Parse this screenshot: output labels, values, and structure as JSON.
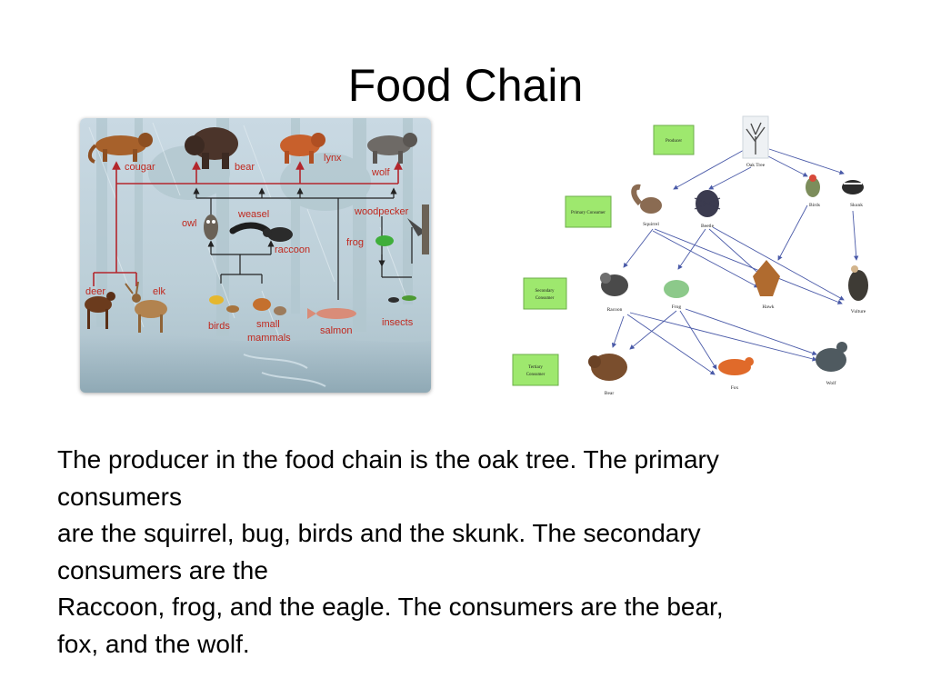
{
  "title": "Food Chain",
  "web1": {
    "labels": {
      "cougar": "cougar",
      "bear": "bear",
      "lynx": "lynx",
      "wolf": "wolf",
      "owl": "owl",
      "weasel": "weasel",
      "raccoon": "raccoon",
      "woodpecker": "woodpecker",
      "frog": "frog",
      "deer": "deer",
      "elk": "elk",
      "birds": "birds",
      "small_mammals_1": "small",
      "small_mammals_2": "mammals",
      "salmon": "salmon",
      "insects": "insects"
    }
  },
  "web2": {
    "levels": {
      "producer": "Producer",
      "primary_1": "Primary Consumer",
      "secondary_1": "Secondary",
      "secondary_2": "Consumer",
      "tertiary_1": "Tertiary",
      "tertiary_2": "Consumer"
    },
    "organisms": {
      "oak": "Oak Tree",
      "squirrel": "Squirrel",
      "beetle": "Beetle",
      "birds": "Birds",
      "skunk": "Skunk",
      "raccoon": "Racoon",
      "frog": "Frog",
      "hawk": "Hawk",
      "vulture": "Vulture",
      "bear": "Bear",
      "fox": "Fox",
      "wolf": "Wolf"
    }
  },
  "caption": {
    "line1": "The producer in the food chain is the oak tree. The primary",
    "line2": "consumers",
    "line3": "are the squirrel, bug, birds and the skunk. The secondary",
    "line4": "consumers are the",
    "line5": "Raccoon, frog, and the eagle. The consumers are the bear,",
    "line6": "fox, and the wolf."
  }
}
